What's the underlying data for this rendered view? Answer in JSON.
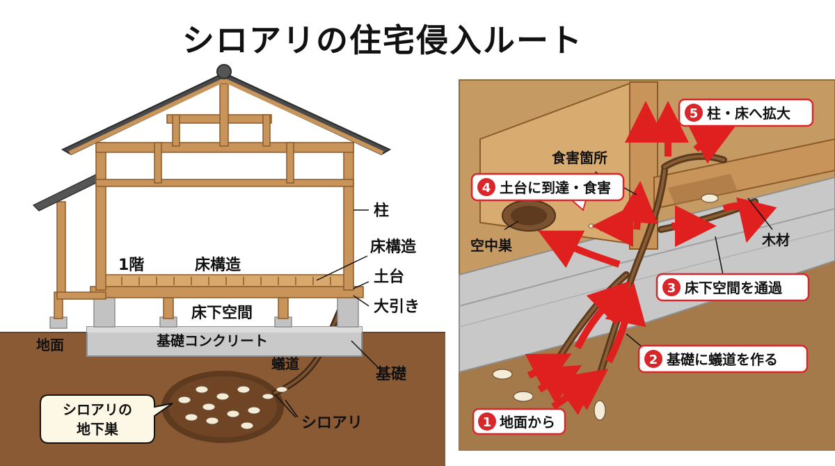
{
  "title": "シロアリの住宅侵入ルート",
  "left_diagram": {
    "labels": {
      "pillar": "柱",
      "floor_structure_right": "床構造",
      "first_floor": "1階",
      "floor_structure_center": "床構造",
      "sill": "土台",
      "floor_beam": "大引き",
      "crawl_space": "床下空間",
      "ground": "地面",
      "foundation_concrete": "基礎コンクリート",
      "foundation": "基礎",
      "mud_tube": "蟻道",
      "termite": "シロアリ"
    },
    "nest_callout": {
      "line1": "シロアリの",
      "line2": "地下巣"
    }
  },
  "right_diagram": {
    "labels": {
      "damage_spot": "食害箇所",
      "aerial_nest": "空中巣",
      "lumber": "木材"
    },
    "steps": [
      {
        "number": "1",
        "text": "地面から"
      },
      {
        "number": "2",
        "text": "基礎に蟻道を作る"
      },
      {
        "number": "3",
        "text": "床下空間を通過"
      },
      {
        "number": "4",
        "text": "土台に到達・食害"
      },
      {
        "number": "5",
        "text": "柱・床へ拡大"
      }
    ]
  },
  "colors": {
    "wood": "#c8945a",
    "wood_dark": "#8b5a2b",
    "soil": "#8a5a35",
    "concrete": "#c9c9c9",
    "step_red": "#d8262b",
    "arrow_red": "#e01f1f",
    "callout_bg": "#fdf8e6"
  }
}
